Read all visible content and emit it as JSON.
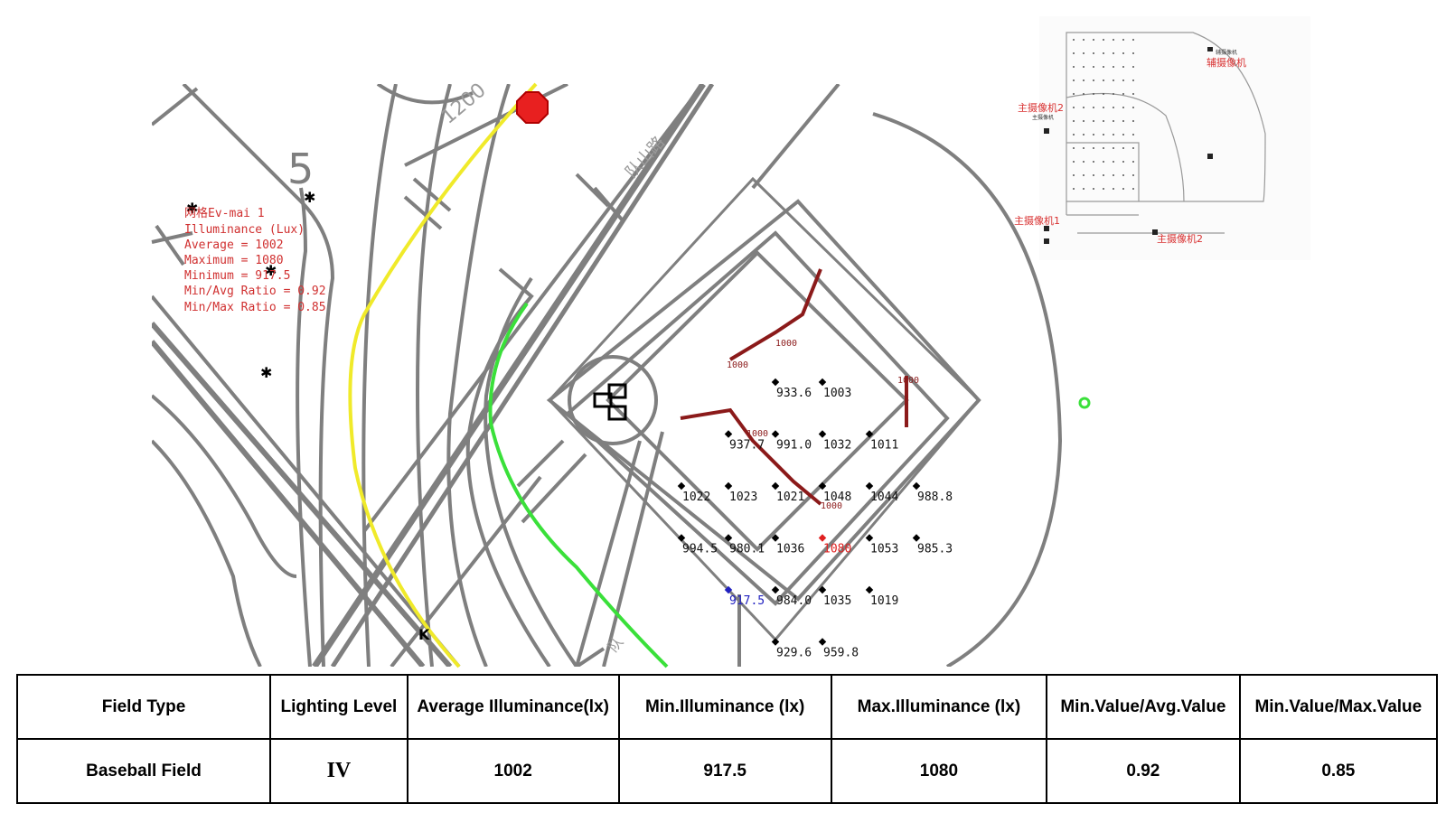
{
  "stats_box": {
    "name": "Ev-mai 1",
    "name_prefix": "网格",
    "title": "Illuminance (Lux)",
    "average": "Average = 1002",
    "maximum": "Maximum = 1080",
    "minimum": "Minimum = 917.5",
    "min_avg": "Min/Avg Ratio = 0.92",
    "min_max": "Min/Max Ratio = 0.85"
  },
  "map_labels": {
    "road_number": "1200",
    "road_name": "队山路",
    "road_name_bottom": "队",
    "marker_5": "5",
    "marker_k": "K"
  },
  "grid_points": [
    {
      "label": "933.6",
      "col": 2,
      "row": 0
    },
    {
      "label": "1003",
      "col": 3,
      "row": 0
    },
    {
      "label": "937.7",
      "col": 1,
      "row": 1
    },
    {
      "label": "991.0",
      "col": 2,
      "row": 1
    },
    {
      "label": "1032",
      "col": 3,
      "row": 1
    },
    {
      "label": "1011",
      "col": 4,
      "row": 1
    },
    {
      "label": "1022",
      "col": 0,
      "row": 2
    },
    {
      "label": "1023",
      "col": 1,
      "row": 2
    },
    {
      "label": "1021",
      "col": 2,
      "row": 2
    },
    {
      "label": "1048",
      "col": 3,
      "row": 2
    },
    {
      "label": "1044",
      "col": 4,
      "row": 2
    },
    {
      "label": "988.8",
      "col": 5,
      "row": 2
    },
    {
      "label": "994.5",
      "col": 0,
      "row": 3
    },
    {
      "label": "980.1",
      "col": 1,
      "row": 3
    },
    {
      "label": "1036",
      "col": 2,
      "row": 3
    },
    {
      "label": "1080",
      "col": 3,
      "row": 3,
      "type": "max"
    },
    {
      "label": "1053",
      "col": 4,
      "row": 3
    },
    {
      "label": "985.3",
      "col": 5,
      "row": 3
    },
    {
      "label": "917.5",
      "col": 1,
      "row": 4,
      "type": "min"
    },
    {
      "label": "984.0",
      "col": 2,
      "row": 4
    },
    {
      "label": "1035",
      "col": 3,
      "row": 4
    },
    {
      "label": "1019",
      "col": 4,
      "row": 4
    },
    {
      "label": "929.6",
      "col": 2,
      "row": 5
    },
    {
      "label": "959.8",
      "col": 3,
      "row": 5
    }
  ],
  "contour_labels": [
    "1000",
    "1000",
    "1000",
    "1000",
    "1000"
  ],
  "inset": {
    "aux_camera": "辅摄像机",
    "aux_camera_small": "辅摄像机",
    "main_camera_1": "主摄像机1",
    "main_camera_2a": "主摄像机2",
    "main_camera_2b": "主摄像机2",
    "main_small": "主摄像机"
  },
  "table": {
    "headers": [
      "Field Type",
      "Lighting Level",
      "Average Illuminance(lx)",
      "Min.Illuminance (lx)",
      "Max.Illuminance (lx)",
      "Min.Value/Avg.Value",
      "Min.Value/Max.Value"
    ],
    "row": [
      "Baseball Field",
      "IV",
      "1002",
      "917.5",
      "1080",
      "0.92",
      "0.85"
    ]
  },
  "colors": {
    "line": "#7f7f7f",
    "stats_text": "#d03030",
    "contour": "#8b1a1a",
    "min_point": "#2020c0",
    "max_point": "#e02020",
    "yellow": "#f0ea2a",
    "green": "#3ae03a"
  }
}
